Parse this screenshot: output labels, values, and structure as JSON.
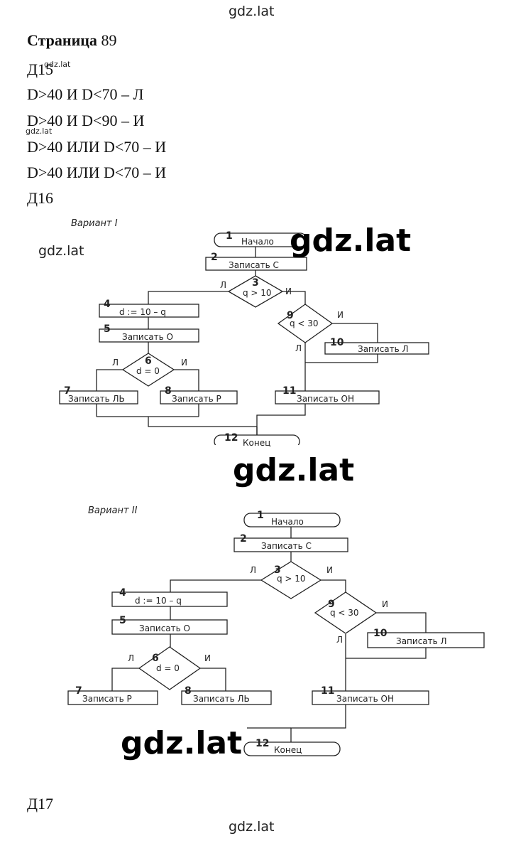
{
  "watermark": "gdz.lat",
  "page": {
    "label": "Страница",
    "number": "89"
  },
  "d15": {
    "label": "Д15",
    "lines": [
      "D>40 И  D<70 – Л",
      "D>40 И  D<90 – И",
      "D>40 ИЛИ  D<70 – И",
      "D>40 ИЛИ D<70 – И"
    ]
  },
  "d16": {
    "label": "Д16"
  },
  "d17": {
    "label": "Д17"
  },
  "variant1": {
    "title": "Вариант I",
    "blocks": {
      "b1": {
        "num": "1",
        "text": "Начало"
      },
      "b2": {
        "num": "2",
        "text": "Записать С"
      },
      "b3": {
        "num": "3",
        "text": "q > 10"
      },
      "b4": {
        "num": "4",
        "text": "d := 10 – q"
      },
      "b5": {
        "num": "5",
        "text": "Записать О"
      },
      "b6": {
        "num": "6",
        "text": "d = 0"
      },
      "b7": {
        "num": "7",
        "text": "Записать ЛЬ"
      },
      "b8": {
        "num": "8",
        "text": "Записать Р"
      },
      "b9": {
        "num": "9",
        "text": "q < 30"
      },
      "b10": {
        "num": "10",
        "text": "Записать Л"
      },
      "b11": {
        "num": "11",
        "text": "Записать ОН"
      },
      "b12": {
        "num": "12",
        "text": "Конец"
      }
    },
    "no": "Л",
    "yes": "И"
  },
  "variant2": {
    "title": "Вариант II",
    "blocks": {
      "b1": {
        "num": "1",
        "text": "Начало"
      },
      "b2": {
        "num": "2",
        "text": "Записать С"
      },
      "b3": {
        "num": "3",
        "text": "q > 10"
      },
      "b4": {
        "num": "4",
        "text": "d := 10 – q"
      },
      "b5": {
        "num": "5",
        "text": "Записать О"
      },
      "b6": {
        "num": "6",
        "text": "d = 0"
      },
      "b7": {
        "num": "7",
        "text": "Записать Р"
      },
      "b8": {
        "num": "8",
        "text": "Записать ЛЬ"
      },
      "b9": {
        "num": "9",
        "text": "q < 30"
      },
      "b10": {
        "num": "10",
        "text": "Записать Л"
      },
      "b11": {
        "num": "11",
        "text": "Записать ОН"
      },
      "b12": {
        "num": "12",
        "text": "Конец"
      }
    },
    "no": "Л",
    "yes": "И"
  }
}
